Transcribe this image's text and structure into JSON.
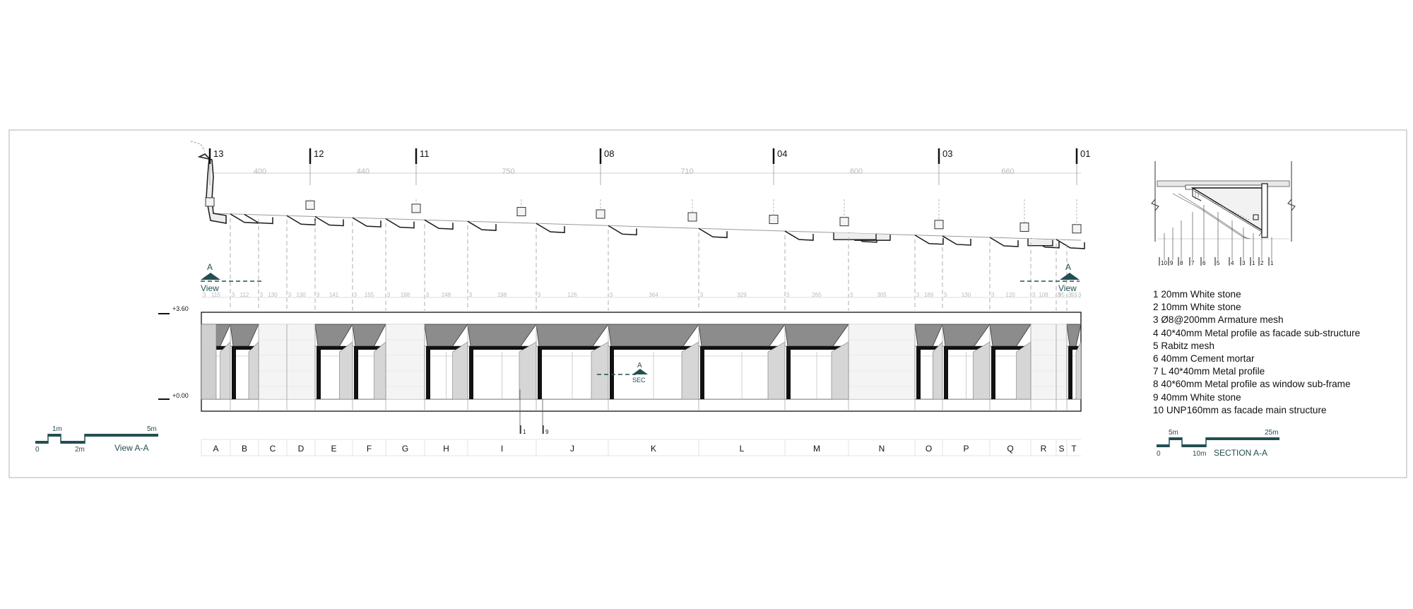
{
  "gridlines": [
    "13",
    "12",
    "11",
    "08",
    "04",
    "03",
    "01"
  ],
  "spans": [
    "400",
    "440",
    "750",
    "710",
    "600",
    "660"
  ],
  "small_dims": [
    "3",
    "115",
    "3",
    "112",
    "3",
    "130",
    "3",
    "130",
    "3",
    "141",
    "3",
    "155",
    "3",
    "188",
    "3",
    "248",
    "3",
    "198",
    "3",
    "126",
    "3",
    "364",
    "3",
    "329",
    "3",
    "265",
    "3",
    "305",
    "3",
    "189",
    "3",
    "130",
    "3",
    "120",
    "3",
    "108",
    "3",
    "95",
    "3",
    "93",
    "3"
  ],
  "levels": {
    "top": "+3.60",
    "bottom": "+0.00"
  },
  "view_marker": {
    "letter": "A",
    "label": "View"
  },
  "section_marker": {
    "letter": "A",
    "label": "SEC"
  },
  "callouts": [
    "1",
    "9"
  ],
  "bays": [
    "A",
    "B",
    "C",
    "D",
    "E",
    "F",
    "G",
    "H",
    "I",
    "J",
    "K",
    "L",
    "M",
    "N",
    "O",
    "P",
    "Q",
    "R",
    "S",
    "T"
  ],
  "scale_view": {
    "ticks": [
      "1m",
      "5m",
      "0",
      "2m"
    ],
    "title": "View  A-A"
  },
  "scale_section": {
    "ticks": [
      "5m",
      "25m",
      "0",
      "10m"
    ],
    "title": "SECTION A-A"
  },
  "detail_numbers": [
    "10",
    "9",
    "8",
    "7",
    "6",
    "5",
    "4",
    "3",
    "1",
    "2",
    "1"
  ],
  "legend": [
    "1  20mm White stone",
    "2  10mm White stone",
    "3  Ø8@200mm Armature mesh",
    "4  40*40mm Metal profile as facade sub-structure",
    "5  Rabitz mesh",
    "6  40mm Cement mortar",
    "7  L 40*40mm Metal profile",
    "8  40*60mm Metal profile as window sub-frame",
    "9  40mm White stone",
    "10 UNP160mm as facade main structure"
  ],
  "colors": {
    "frame": "#bdbdbd",
    "line": "#1a1a1a",
    "teal": "#234e52",
    "hood": "#8c8c8c",
    "panel": "#d6d6d6",
    "stone": "#f4f4f4"
  }
}
